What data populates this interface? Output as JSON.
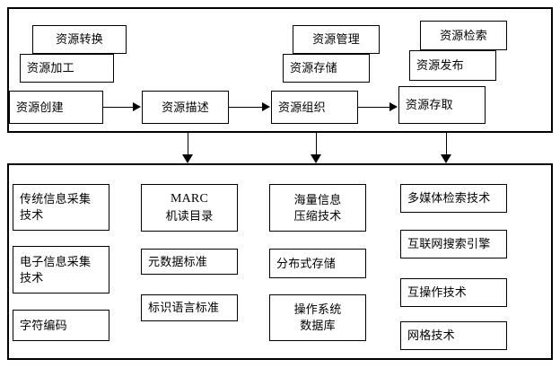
{
  "diagram": {
    "title": "",
    "colors": {
      "stroke": "#000000",
      "fill": "#ffffff",
      "text": "#000000"
    },
    "process_layer": {
      "groups": [
        {
          "name": "resource-creation-group",
          "stack": [
            {
              "label": "资源转换"
            },
            {
              "label": "资源加工"
            },
            {
              "label": "资源创建"
            }
          ]
        },
        {
          "name": "resource-description-group",
          "stack": [
            {
              "label": "资源描述"
            }
          ]
        },
        {
          "name": "resource-organization-group",
          "stack": [
            {
              "label": "资源管理"
            },
            {
              "label": "资源存储"
            },
            {
              "label": "资源组织"
            }
          ]
        },
        {
          "name": "resource-access-group",
          "stack": [
            {
              "label": "资源检索"
            },
            {
              "label": "资源发布"
            },
            {
              "label": "资源存取"
            }
          ]
        }
      ]
    },
    "technology_layer": {
      "columns": [
        {
          "name": "acquisition-technologies",
          "items": [
            {
              "lines": [
                "传统信息采集",
                "技术"
              ]
            },
            {
              "lines": [
                "电子信息采集",
                "技术"
              ]
            },
            {
              "lines": [
                "字符编码"
              ]
            }
          ]
        },
        {
          "name": "description-standards",
          "items": [
            {
              "lines": [
                "MARC",
                "机读目录"
              ]
            },
            {
              "lines": [
                "元数据标准"
              ]
            },
            {
              "lines": [
                "标识语言标准"
              ]
            }
          ]
        },
        {
          "name": "storage-technologies",
          "items": [
            {
              "lines": [
                "海量信息",
                "压缩技术"
              ]
            },
            {
              "lines": [
                "分布式存储"
              ]
            },
            {
              "lines": [
                "操作系统",
                "数据库"
              ]
            }
          ]
        },
        {
          "name": "retrieval-technologies",
          "items": [
            {
              "lines": [
                "多媒体检索技术"
              ]
            },
            {
              "lines": [
                "互联网搜索引擎"
              ]
            },
            {
              "lines": [
                "互操作技术"
              ]
            },
            {
              "lines": [
                "网格技术"
              ]
            }
          ]
        }
      ]
    }
  }
}
